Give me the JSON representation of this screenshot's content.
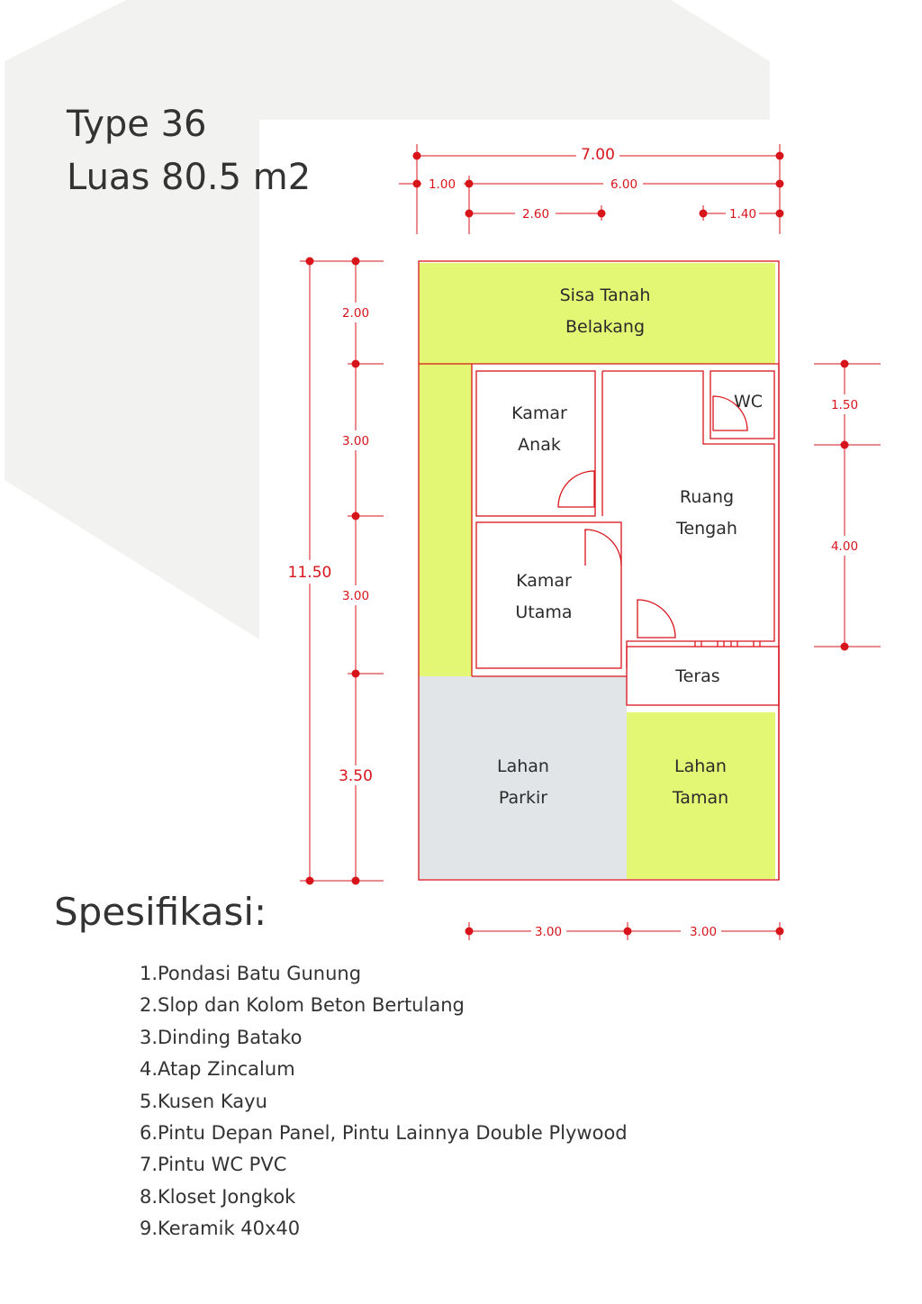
{
  "header": {
    "type_line": "Type 36",
    "area_line": "Luas 80.5 m2"
  },
  "colors": {
    "accent_green": "#e4f774",
    "parking_gray": "#e1e5e8",
    "dimension_red": "#d8141b",
    "wall_red": "#d8141b",
    "background_shape": "#f2f2f0"
  },
  "rooms": {
    "sisa_tanah": [
      "Sisa Tanah",
      "Belakang"
    ],
    "kamar_anak": [
      "Kamar",
      "Anak"
    ],
    "wc": "WC",
    "ruang_tengah": [
      "Ruang",
      "Tengah"
    ],
    "kamar_utama": [
      "Kamar",
      "Utama"
    ],
    "teras": "Teras",
    "lahan_parkir": [
      "Lahan",
      "Parkir"
    ],
    "lahan_taman": [
      "Lahan",
      "Taman"
    ]
  },
  "dimensions": {
    "top_total": "7.00",
    "top_left": "1.00",
    "top_right": "6.00",
    "top_sub_left": "2.60",
    "top_sub_right": "1.40",
    "left_total": "11.50",
    "left_1": "2.00",
    "left_2": "3.00",
    "left_3": "3.00",
    "left_4": "3.50",
    "right_1": "1.50",
    "right_2": "4.00",
    "bottom_left": "3.00",
    "bottom_right": "3.00"
  },
  "spec": {
    "title": "Spesifikasi:",
    "items": [
      {
        "num": "1.",
        "text": "Pondasi Batu Gunung"
      },
      {
        "num": "2.",
        "text": "Slop dan Kolom Beton Bertulang"
      },
      {
        "num": "3.",
        "text": "Dinding Batako"
      },
      {
        "num": "4.",
        "text": "Atap Zincalum"
      },
      {
        "num": "5.",
        "text": "Kusen Kayu"
      },
      {
        "num": "6.",
        "text": "Pintu Depan Panel, Pintu Lainnya Double Plywood"
      },
      {
        "num": "7.",
        "text": "Pintu WC PVC"
      },
      {
        "num": "8.",
        "text": "Kloset Jongkok"
      },
      {
        "num": "9.",
        "text": "Keramik 40x40"
      }
    ]
  }
}
